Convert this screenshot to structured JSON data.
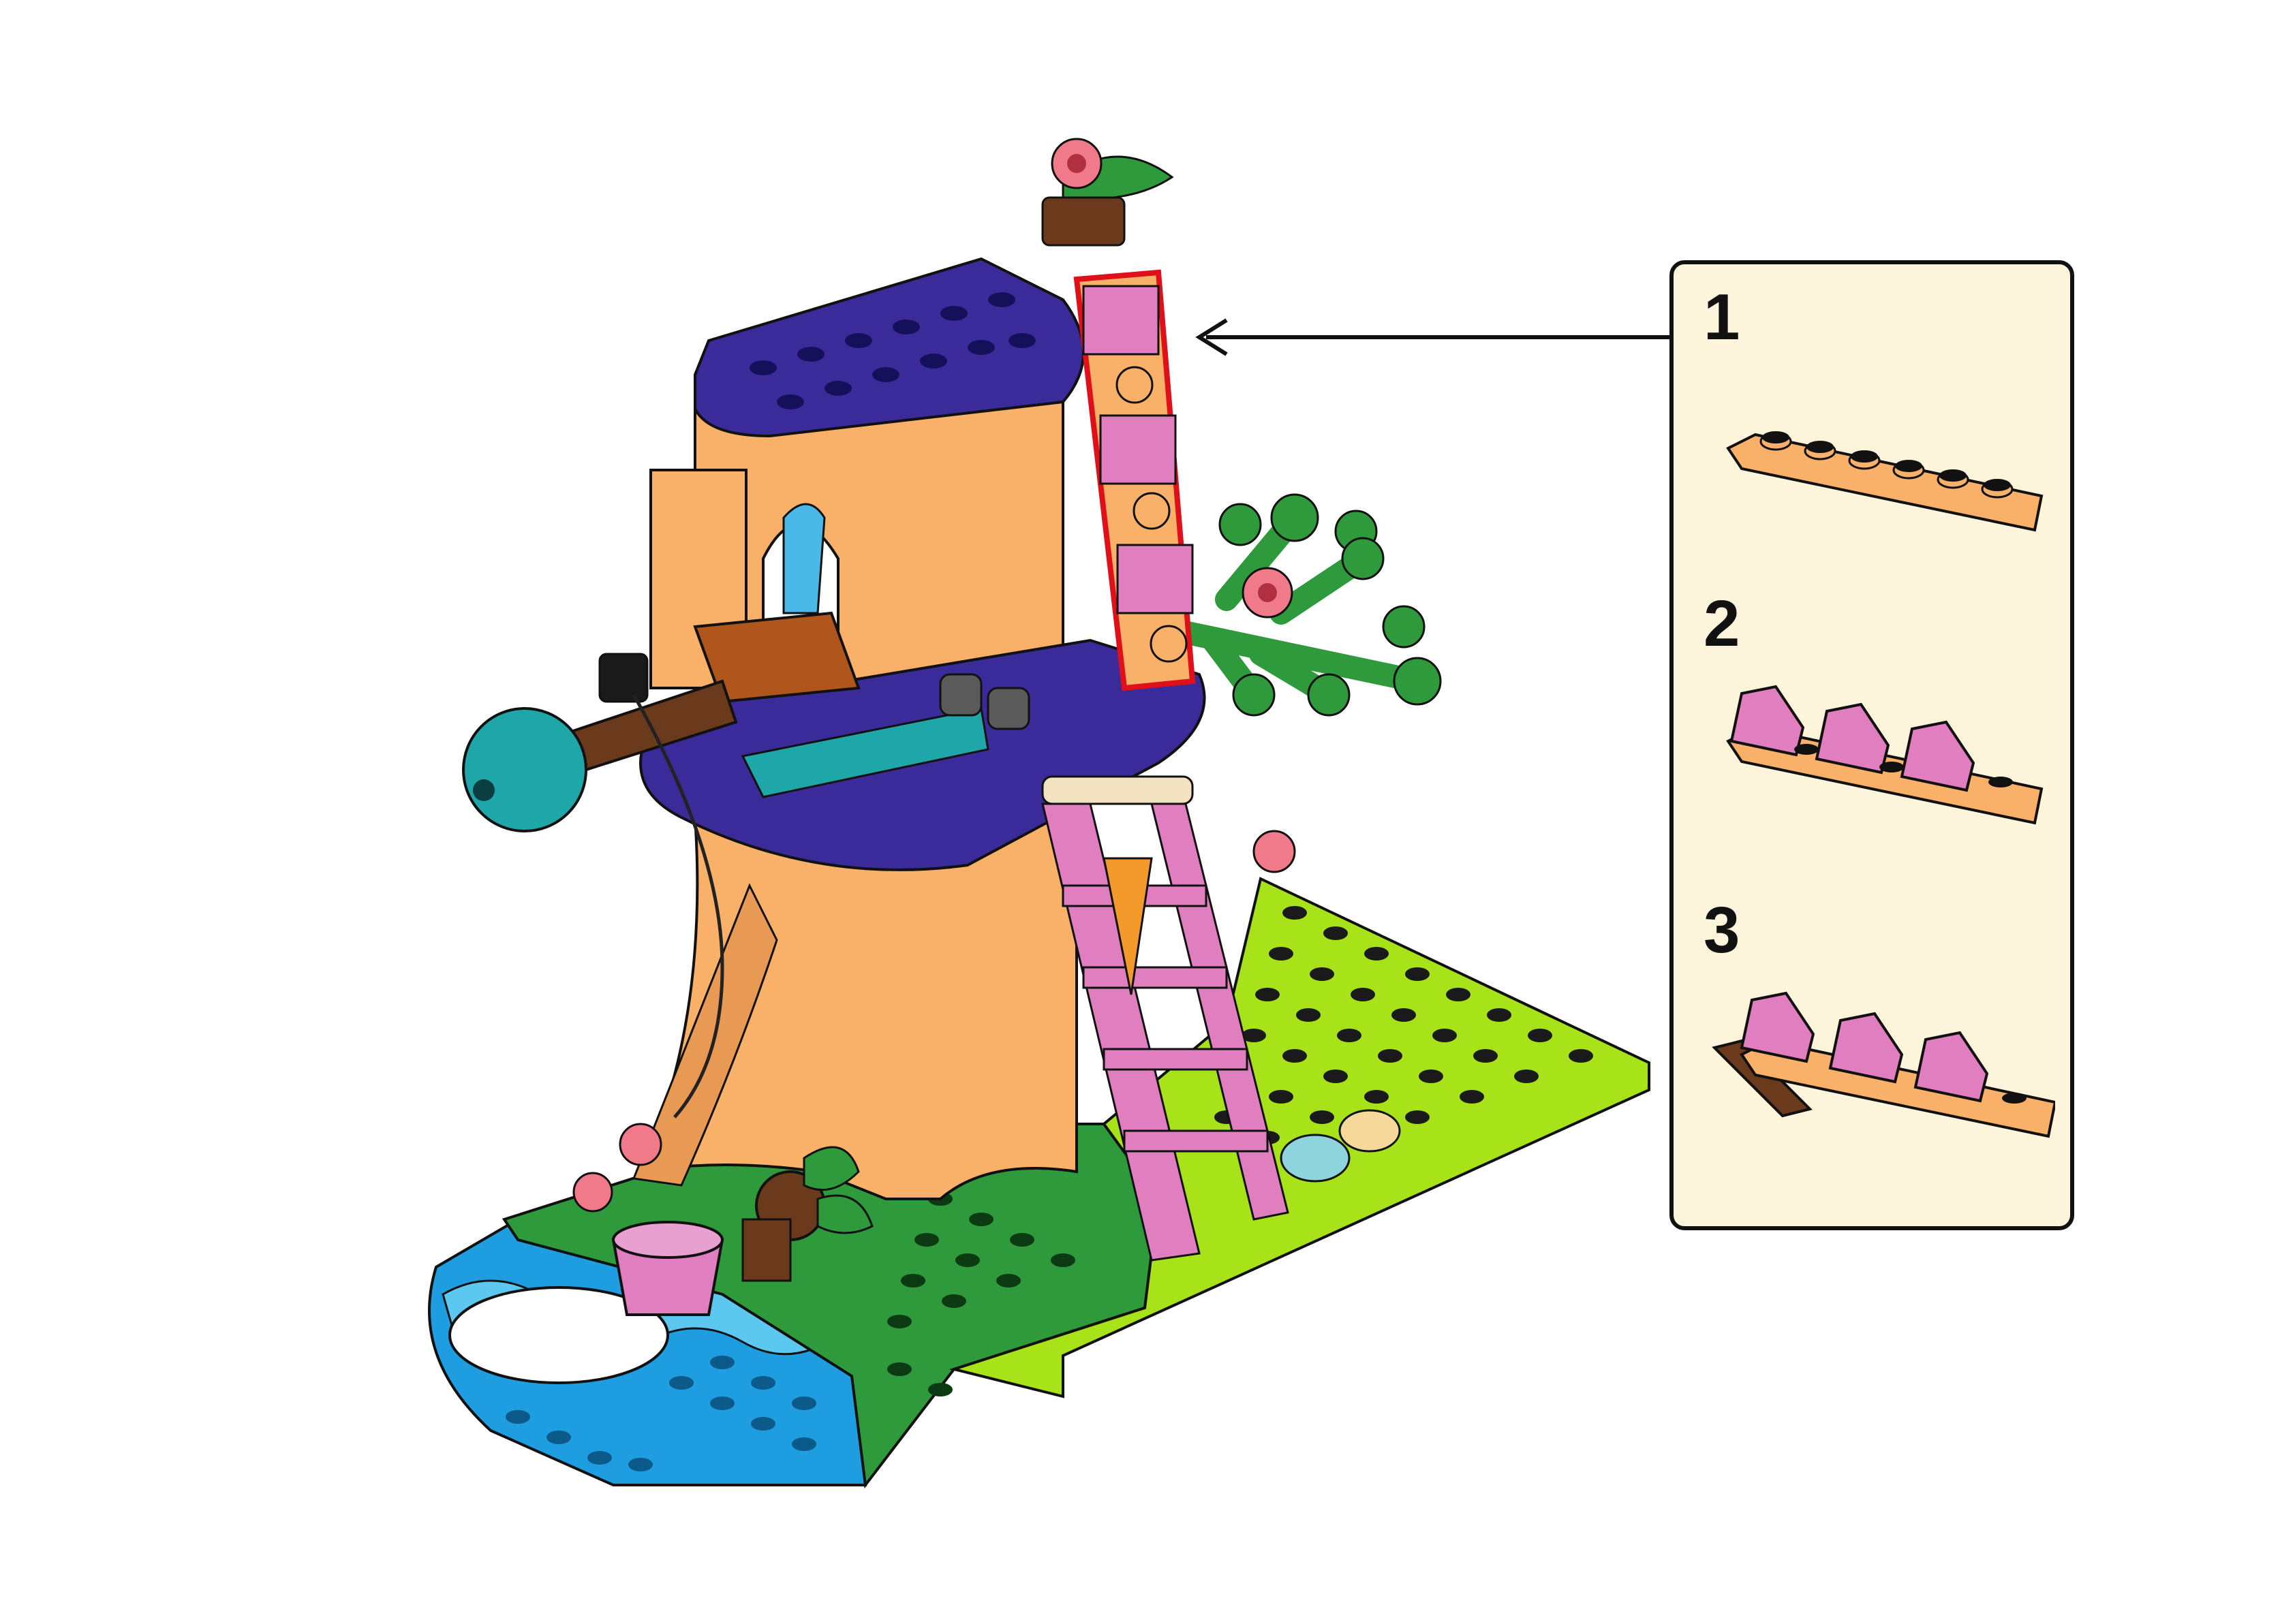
{
  "colors": {
    "background": "#ffffff",
    "panel_fill": "#fdf4dc",
    "panel_border": "#111111",
    "tree_orange": "#f9b068",
    "plate_purple": "#3b2a9a",
    "plate_teal": "#1fa6a8",
    "leaf_green": "#2f9a3c",
    "plate_lime": "#a8e31a",
    "water_blue": "#1e9ee0",
    "pink_slope": "#e07ec0",
    "flower_pink": "#f07a8a",
    "brown": "#6b3a1c",
    "highlight_red": "#e0101a"
  },
  "callout": {
    "steps": [
      {
        "label": "1",
        "part": "plate-1x6-orange-icon"
      },
      {
        "label": "2",
        "part": "slopes-on-plate-icon"
      },
      {
        "label": "3",
        "part": "slopes-with-brown-clip-icon"
      }
    ]
  }
}
